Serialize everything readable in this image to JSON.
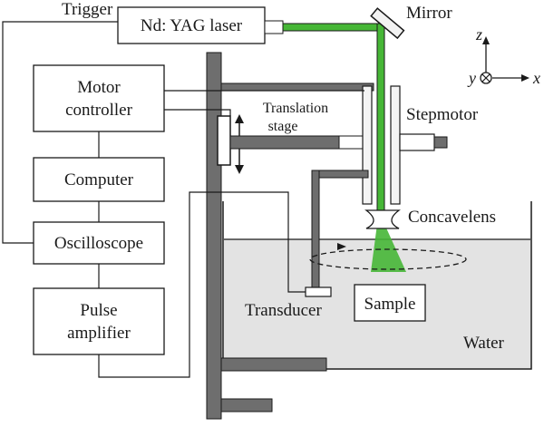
{
  "labels": {
    "trigger": "Trigger",
    "laser": "Nd: YAG laser",
    "mirror": "Mirror",
    "motor_controller_line1": "Motor",
    "motor_controller_line2": "controller",
    "translation_stage_line1": "Translation",
    "translation_stage_line2": "stage",
    "stepmotor": "Stepmotor",
    "computer": "Computer",
    "concave_lens": "Concavelens",
    "oscilloscope": "Oscilloscope",
    "pulse_amplifier_line1": "Pulse",
    "pulse_amplifier_line2": "amplifier",
    "transducer": "Transducer",
    "sample": "Sample",
    "water": "Water"
  },
  "axes": {
    "z": "z",
    "y": "y",
    "x": "x"
  },
  "colors": {
    "laser_beam": "#46b636",
    "water": "#e3e3e3",
    "frame": "#6e6e6e",
    "line": "#1a1a1a"
  }
}
